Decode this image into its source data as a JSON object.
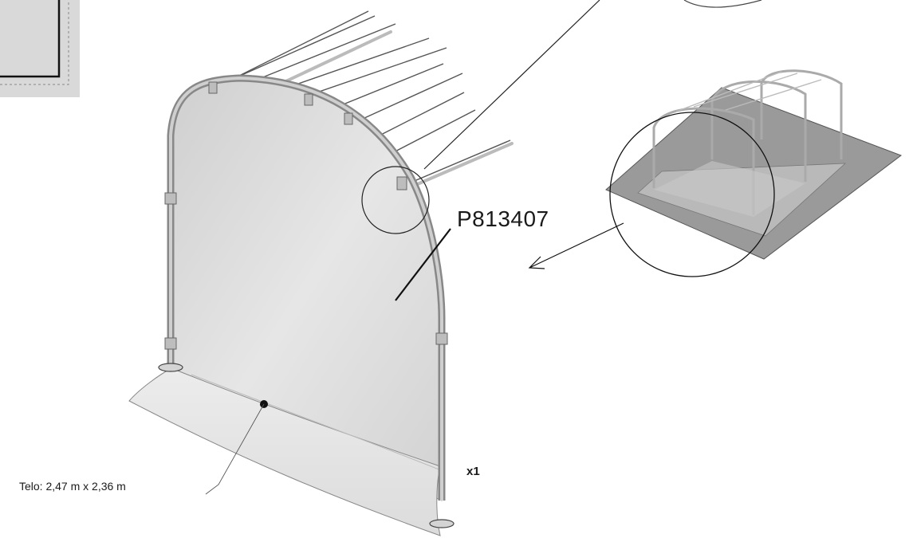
{
  "part_code": "P813407",
  "quantity": "x1",
  "cover_dimensions": "Telo: 2,47 m x 2,36 m",
  "colors": {
    "line": "#1a1a1a",
    "frame": "#9e9e9e",
    "panel": "#d6d6d6",
    "ground": "#9a9a9a",
    "inset_box": "#d9d9d9"
  },
  "icons": [
    "greenhouse-overview-icon",
    "detail-circle-icon",
    "arrow-icon"
  ]
}
